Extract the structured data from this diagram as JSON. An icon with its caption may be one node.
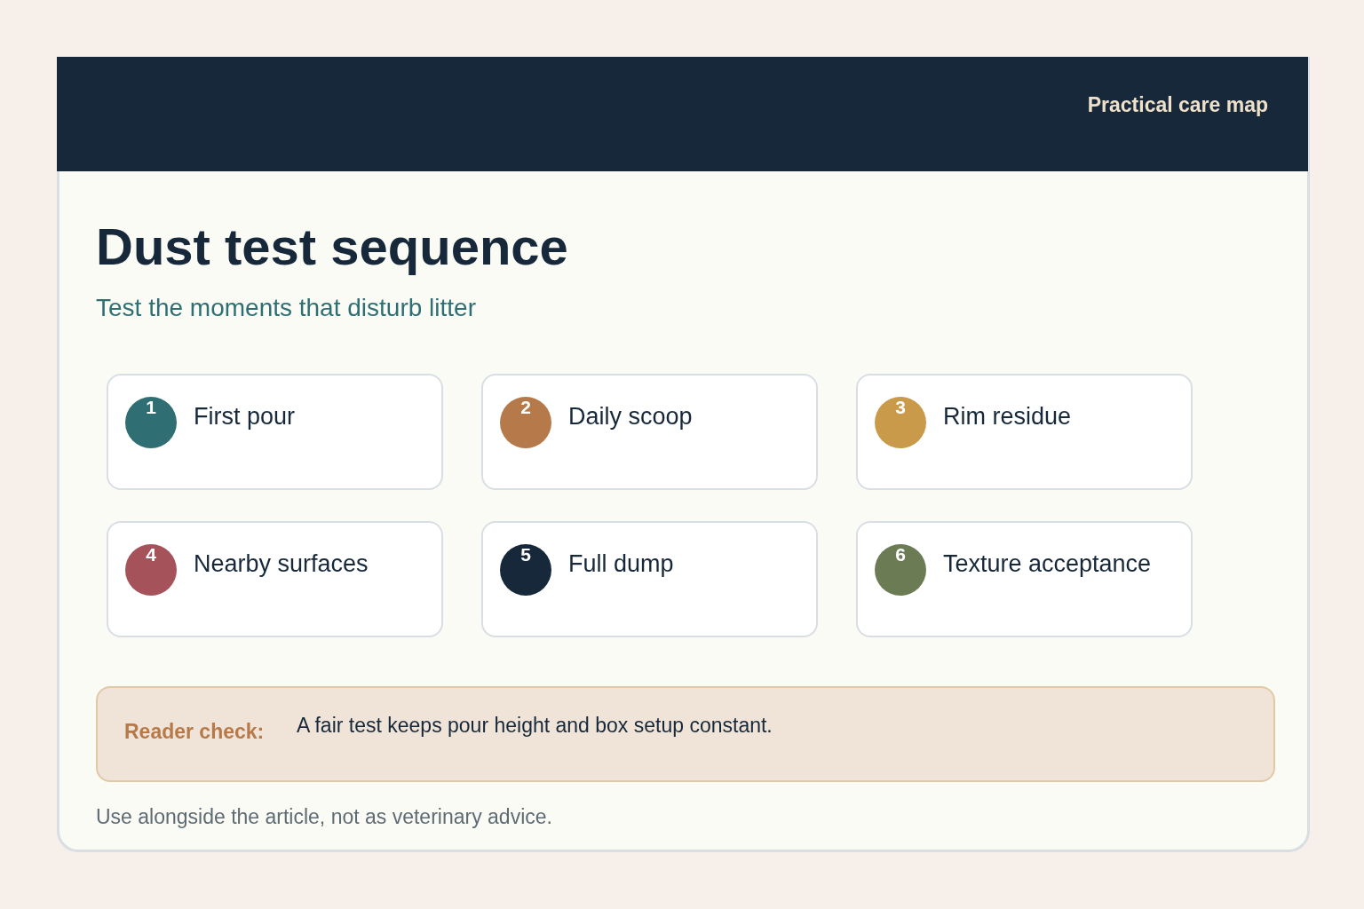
{
  "diagram": {
    "title": "Dust test sequence",
    "nodes": [
      {
        "text": [
          "Practical care map"
        ]
      },
      {
        "text": [
          "First pour"
        ]
      },
      {
        "text": [
          "1"
        ],
        "in": 1
      },
      {
        "text": [
          "Daily scoop"
        ]
      },
      {
        "text": [
          "2"
        ],
        "in": 3
      },
      {
        "text": [
          "Rim residue"
        ]
      },
      {
        "text": [
          "3"
        ],
        "in": 5
      },
      {
        "text": [
          "Nearby surfaces"
        ]
      },
      {
        "text": [
          "4"
        ],
        "in": 7
      },
      {
        "text": [
          "Full dump"
        ]
      },
      {
        "text": [
          "5"
        ],
        "in": 9
      },
      {
        "text": [
          "Texture acceptance"
        ]
      },
      {
        "text": [
          "6"
        ],
        "in": 11
      },
      {
        "text": [
          "Reader check:",
          "A fair test keeps pour height and box setup constant."
        ]
      }
    ],
    "labels": [
      "Test the moments that disturb litter"
    ],
    "caption": "Use alongside the article, not as veterinary advice."
  }
}
